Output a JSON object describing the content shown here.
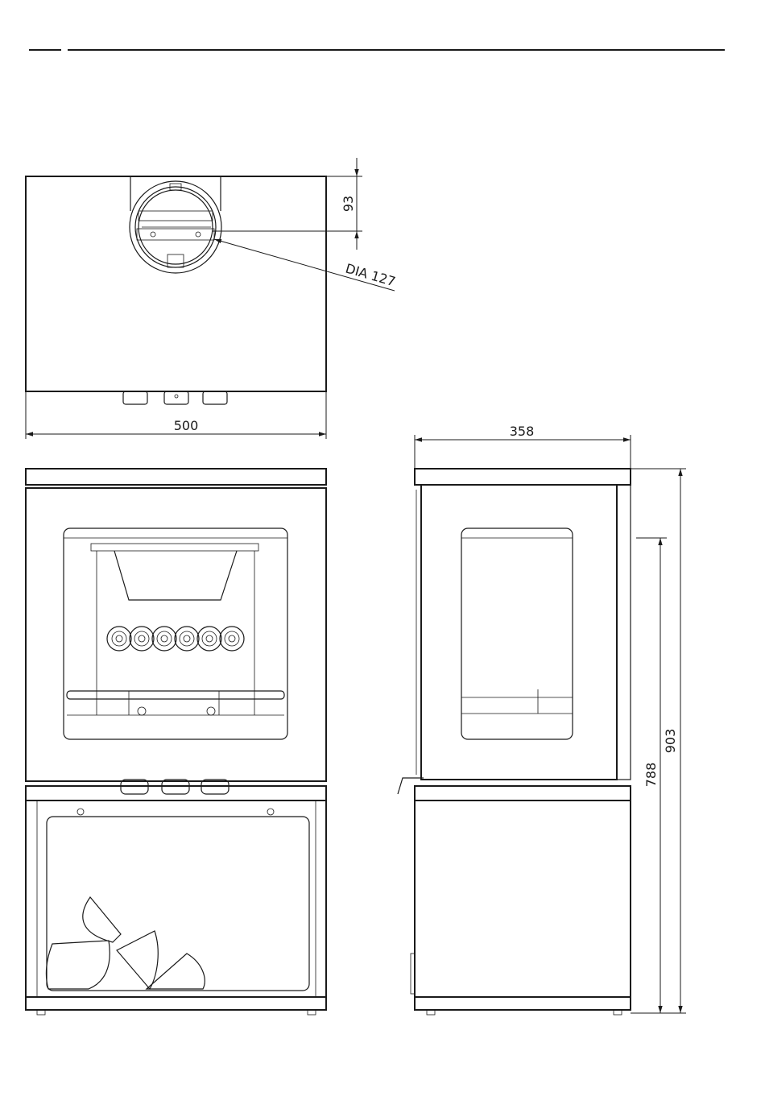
{
  "dimensions": {
    "top_width": "500",
    "side_depth": "358",
    "flue_offset": "93",
    "flue_diameter": "DIA 127",
    "height_total": "903",
    "height_outlet": "788"
  },
  "colors": {
    "line": "#1a1a1a",
    "background": "#ffffff"
  }
}
